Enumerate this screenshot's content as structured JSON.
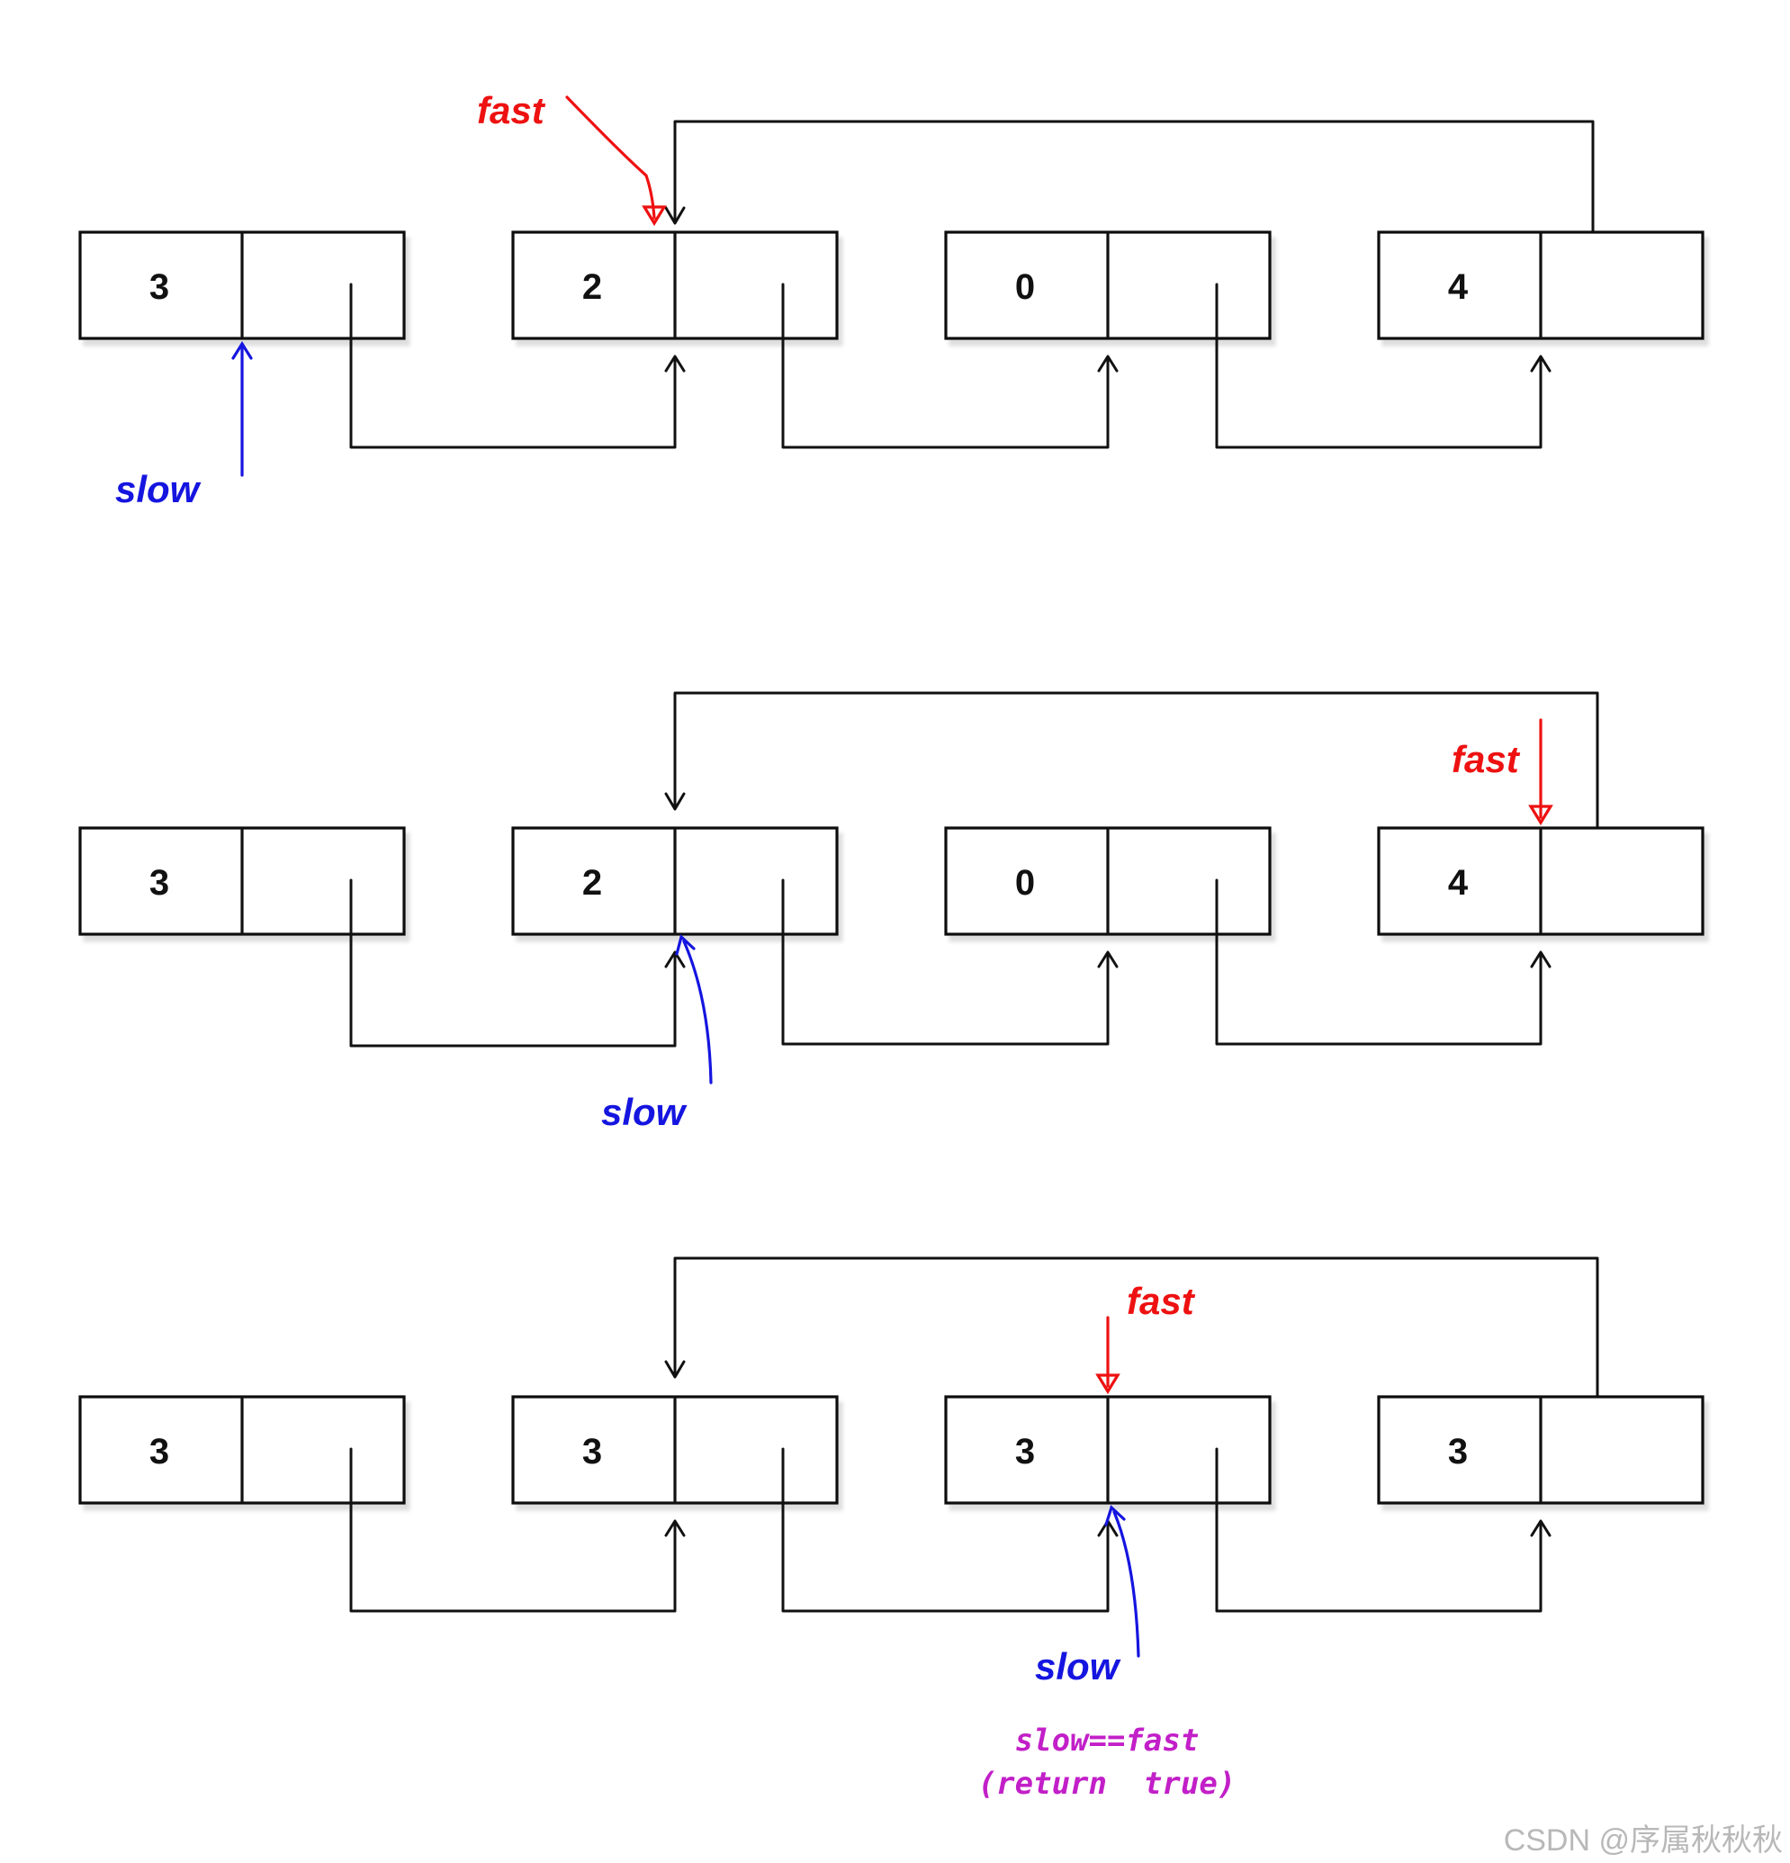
{
  "rows": [
    {
      "nodes": [
        "3",
        "2",
        "0",
        "4"
      ],
      "fast": {
        "label": "fast",
        "at_node": 1
      },
      "slow": {
        "label": "slow",
        "at_node": 0
      }
    },
    {
      "nodes": [
        "3",
        "2",
        "0",
        "4"
      ],
      "fast": {
        "label": "fast",
        "at_node": 3
      },
      "slow": {
        "label": "slow",
        "at_node": 1
      }
    },
    {
      "nodes": [
        "3",
        "3",
        "3",
        "3"
      ],
      "fast": {
        "label": "fast",
        "at_node": 2
      },
      "slow": {
        "label": "slow",
        "at_node": 2
      }
    }
  ],
  "cycle_target_node": 1,
  "note": {
    "line1": "slow==fast",
    "line2": "(return  true)"
  },
  "colors": {
    "fast": "#ee1111",
    "slow": "#1515e0",
    "note": "#c21fc8",
    "line": "#111111"
  },
  "watermark": "CSDN @序属秋秋秋"
}
